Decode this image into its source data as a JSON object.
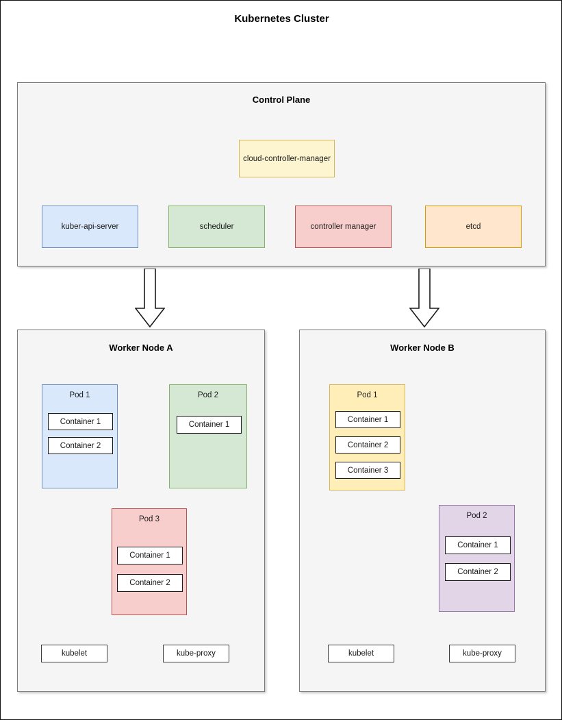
{
  "diagram": {
    "title": "Kubernetes Cluster",
    "type": "block-diagram"
  },
  "control_plane": {
    "title": "Control Plane",
    "components": [
      {
        "label": "cloud-controller-manager",
        "fill": "#fdf4d0",
        "stroke": "#d6b656"
      },
      {
        "label": "kuber-api-server",
        "fill": "#dae8fc",
        "stroke": "#6c8ebf"
      },
      {
        "label": "scheduler",
        "fill": "#d5e8d4",
        "stroke": "#82b366"
      },
      {
        "label": "controller manager",
        "fill": "#f8cecc",
        "stroke": "#b85450"
      },
      {
        "label": "etcd",
        "fill": "#ffe6cc",
        "stroke": "#d79b00"
      }
    ]
  },
  "connections": [
    {
      "from": "Control Plane",
      "to": "Worker Node A",
      "style": "hollow-block-arrow-down"
    },
    {
      "from": "Control Plane",
      "to": "Worker Node B",
      "style": "hollow-block-arrow-down"
    }
  ],
  "worker_nodes": [
    {
      "title": "Worker Node A",
      "pods": [
        {
          "label": "Pod 1",
          "fill": "#dae8fc",
          "stroke": "#6c8ebf",
          "containers": [
            "Container 1",
            "Container 2"
          ]
        },
        {
          "label": "Pod 2",
          "fill": "#d5e8d4",
          "stroke": "#82b366",
          "containers": [
            "Container 1"
          ]
        },
        {
          "label": "Pod 3",
          "fill": "#f8cecc",
          "stroke": "#b85450",
          "containers": [
            "Container 1",
            "Container 2"
          ]
        }
      ],
      "services": [
        "kubelet",
        "kube-proxy"
      ]
    },
    {
      "title": "Worker Node B",
      "pods": [
        {
          "label": "Pod 1",
          "fill": "#ffeeb8",
          "stroke": "#d6b656",
          "containers": [
            "Container 1",
            "Container 2",
            "Container 3"
          ]
        },
        {
          "label": "Pod 2",
          "fill": "#e1d5e7",
          "stroke": "#9673a6",
          "containers": [
            "Container 1",
            "Container 2"
          ]
        }
      ],
      "services": [
        "kubelet",
        "kube-proxy"
      ]
    }
  ]
}
